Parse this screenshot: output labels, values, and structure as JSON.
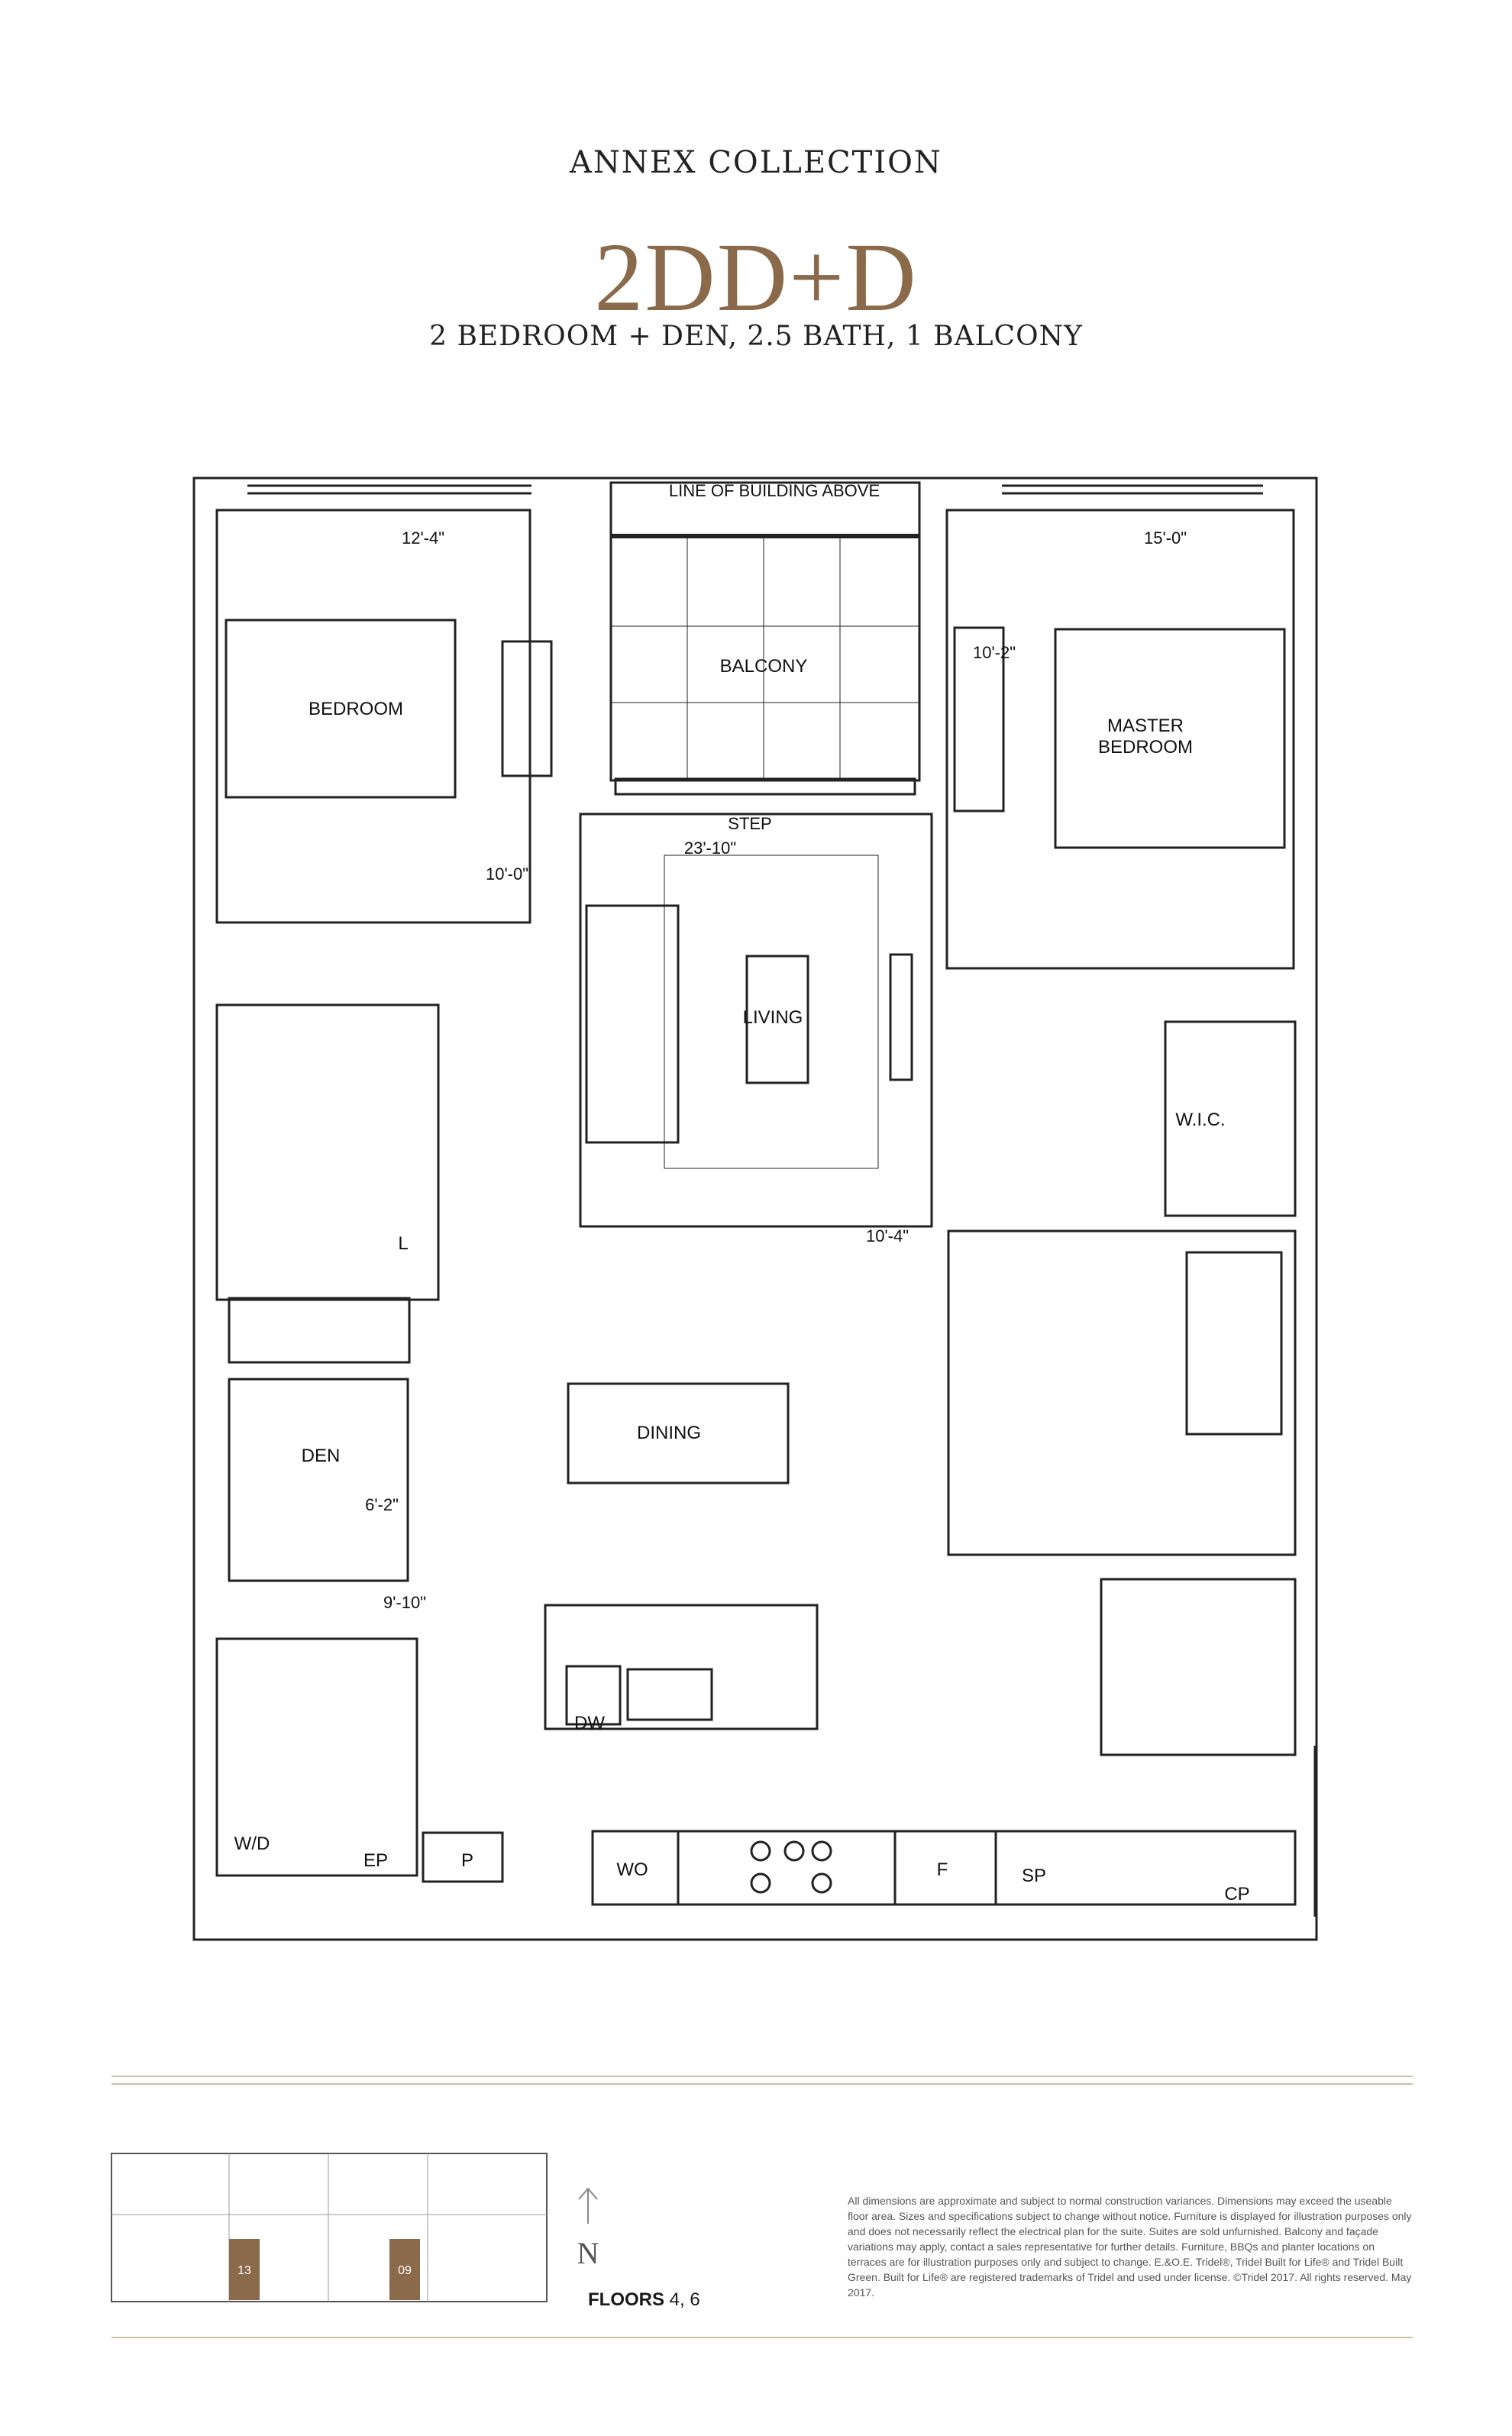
{
  "header": {
    "collection": "ANNEX COLLECTION",
    "suite": "2DD+D",
    "description": "2 BEDROOM + DEN, 2.5 BATH, 1 BALCONY"
  },
  "rooms": {
    "bedroom": "BEDROOM",
    "balcony": "BALCONY",
    "line_of_building": "LINE OF BUILDING ABOVE",
    "master_line1": "MASTER",
    "master_line2": "BEDROOM",
    "step": "STEP",
    "living": "LIVING",
    "wic": "W.I.C.",
    "linen": "L",
    "den": "DEN",
    "dining": "DINING",
    "dw": "DW",
    "wd": "W/D",
    "ep": "EP",
    "p": "P",
    "wo": "WO",
    "f": "F",
    "sp": "SP",
    "cp": "CP"
  },
  "dimensions": {
    "bedroom_w": "12'-4\"",
    "bedroom_d": "10'-0\"",
    "master_w": "15'-0\"",
    "master_d": "10'-2\"",
    "living": "23'-10\"",
    "dining": "10'-4\"",
    "den_w": "6'-2\"",
    "den_d": "9'-10\""
  },
  "keyplan": {
    "unit_a": "13",
    "unit_b": "09",
    "highlight_color": "#8a6a4a"
  },
  "footer": {
    "north": "N",
    "floors_label": "FLOORS",
    "floors_value": "4, 6",
    "disclaimer": "All dimensions are approximate and subject to normal construction variances. Dimensions may exceed the useable floor area. Sizes and specifications subject to change without notice. Furniture is displayed for illustration purposes only and does not necessarily reflect the electrical plan for the suite. Suites are sold unfurnished. Balcony and façade variations may apply, contact a sales representative for further details. Furniture, BBQs and planter locations on terraces are for illustration purposes only and subject to change. E.&O.E. Tridel®, Tridel Built for Life® and Tridel Built Green. Built for Life® are registered trademarks of Tridel and used under license. ©Tridel 2017. All rights reserved. May 2017."
  }
}
